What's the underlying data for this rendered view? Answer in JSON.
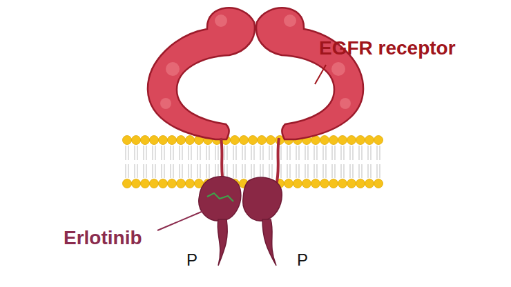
{
  "diagram": {
    "labels": [
      "EGFR receptor",
      "Erlotinib",
      "P",
      "P"
    ]
  }
}
